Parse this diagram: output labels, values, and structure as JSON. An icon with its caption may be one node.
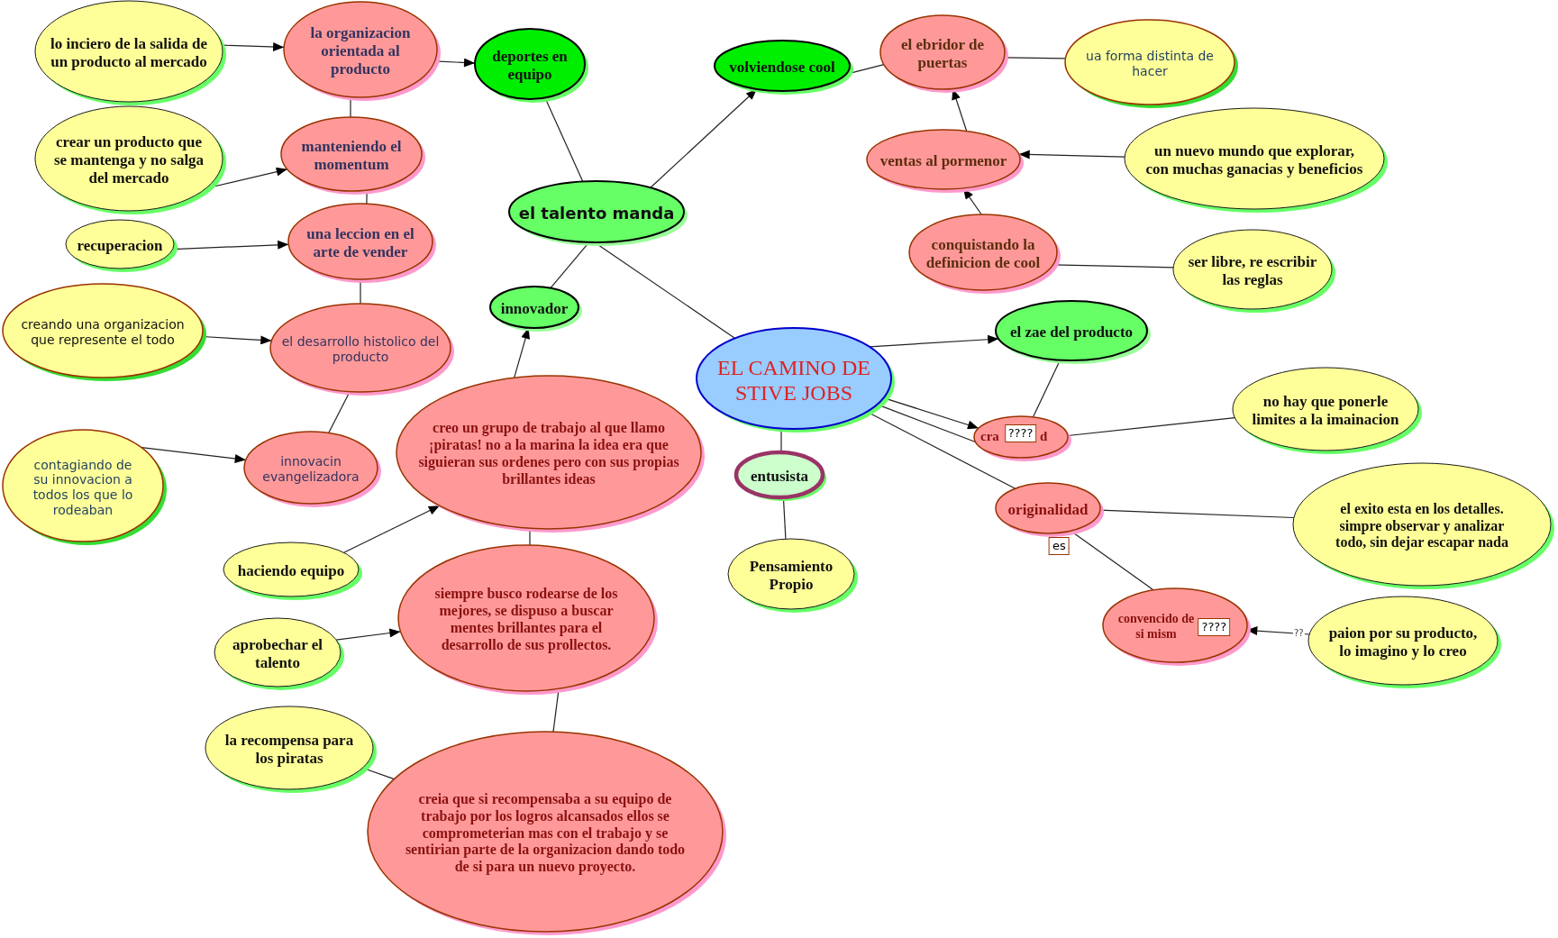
{
  "diagram": {
    "nodes": [
      {
        "text": [
          "lo inciero de la salida de un producto al mercado"
        ]
      },
      {
        "text": [
          "la organizacion orientada al producto"
        ]
      },
      {
        "text": [
          "deportes en equipo"
        ]
      },
      {
        "text": [
          "volviendose cool"
        ]
      },
      {
        "text": [
          "el ebridor de puertas"
        ]
      },
      {
        "text": [
          "ua forma distinta de hacer"
        ]
      },
      {
        "text": [
          "crear un producto que se mantenga y no salga del mercado"
        ]
      },
      {
        "text": [
          "manteniendo el momentum"
        ]
      },
      {
        "text": [
          "ventas al pormenor"
        ]
      },
      {
        "text": [
          "un nuevo mundo que explorar, con muchas ganacias y beneficios"
        ]
      },
      {
        "text": [
          "el talento manda"
        ]
      },
      {
        "text": [
          "recuperacion"
        ]
      },
      {
        "text": [
          "una leccion en el arte de vender"
        ]
      },
      {
        "text": [
          "conquistando la definicion de cool"
        ]
      },
      {
        "text": [
          "ser libre, re escribir las reglas"
        ]
      },
      {
        "text": [
          "innovador"
        ]
      },
      {
        "text": [
          "creando una organizacion que represente el todo"
        ]
      },
      {
        "text": [
          "el zae del producto"
        ]
      },
      {
        "text": [
          "el desarrollo histolico del producto"
        ]
      },
      {
        "text": [
          "EL CAMINO DE STIVE JOBS"
        ]
      },
      {
        "text": [
          "no hay que ponerle limites a la imainacion"
        ]
      },
      {
        "text": [
          "cra",
          "d"
        ]
      },
      {
        "text": [
          "creo un grupo de trabajo al que llamo ¡piratas! no a la marina la idea era que siguieran sus ordenes pero con sus propias brillantes ideas"
        ]
      },
      {
        "text": [
          "innovacin evangelizadora"
        ]
      },
      {
        "text": [
          "contagiando de su innovacion a todos los que lo rodeaban"
        ]
      },
      {
        "text": [
          "entusista"
        ]
      },
      {
        "text": [
          "originalidad"
        ]
      },
      {
        "text": [
          "el exito esta en los detalles. simpre observar y analizar todo, sin dejar escapar nada"
        ]
      },
      {
        "text": [
          "haciendo equipo"
        ]
      },
      {
        "text": [
          "Pensamiento Propio"
        ]
      },
      {
        "text": [
          "siempre busco rodearse de los mejores, se dispuso a buscar mentes brillantes para el desarrollo de sus prollectos."
        ]
      },
      {
        "text": [
          "convencido de si mism"
        ]
      },
      {
        "text": [
          "paion por su producto, lo imagino y lo creo"
        ]
      },
      {
        "text": [
          "aprobechar el talento"
        ]
      },
      {
        "text": [
          "la recompensa para los piratas"
        ]
      },
      {
        "text": [
          "creia que si recompensaba a su equipo de trabajo por los logros alcansados ellos se comprometerian mas con el trabajo y se sentirian parte de la organizacion dando todo de si para un nuevo proyecto."
        ]
      }
    ],
    "edges": [
      {
        "from": 0,
        "to": 1,
        "arrow": "to"
      },
      {
        "from": 1,
        "to": 2,
        "arrow": "to"
      },
      {
        "from": 1,
        "to": 7,
        "arrow": "none"
      },
      {
        "from": 6,
        "to": 7,
        "arrow": "to"
      },
      {
        "from": 7,
        "to": 12,
        "arrow": "none"
      },
      {
        "from": 11,
        "to": 12,
        "arrow": "to"
      },
      {
        "from": 12,
        "to": 18,
        "arrow": "none"
      },
      {
        "from": 16,
        "to": 18,
        "arrow": "to"
      },
      {
        "from": 18,
        "to": 23,
        "arrow": "none"
      },
      {
        "from": 24,
        "to": 23,
        "arrow": "to"
      },
      {
        "from": 2,
        "to": 10,
        "arrow": "none"
      },
      {
        "from": 10,
        "to": 3,
        "arrow": "to"
      },
      {
        "from": 10,
        "to": 15,
        "arrow": "none"
      },
      {
        "from": 10,
        "to": 19,
        "arrow": "none"
      },
      {
        "from": 22,
        "to": 15,
        "arrow": "to"
      },
      {
        "from": 3,
        "to": 4,
        "arrow": "none"
      },
      {
        "from": 8,
        "to": 4,
        "arrow": "to"
      },
      {
        "from": 13,
        "to": 8,
        "arrow": "to"
      },
      {
        "from": 4,
        "to": 5,
        "arrow": "none"
      },
      {
        "from": 9,
        "to": 8,
        "arrow": "to"
      },
      {
        "from": 13,
        "to": 14,
        "arrow": "none"
      },
      {
        "from": 19,
        "to": 17,
        "arrow": "to"
      },
      {
        "from": 19,
        "to": 21,
        "arrow": "to"
      },
      {
        "from": 19,
        "to": 21,
        "arrow": "none"
      },
      {
        "from": 19,
        "to": 26,
        "arrow": "none"
      },
      {
        "from": 17,
        "to": 21,
        "arrow": "none",
        "label": "????"
      },
      {
        "from": 21,
        "to": 20,
        "arrow": "none"
      },
      {
        "from": 19,
        "to": 25,
        "arrow": "none"
      },
      {
        "from": 25,
        "to": 29,
        "arrow": "none"
      },
      {
        "from": 26,
        "to": 27,
        "arrow": "none"
      },
      {
        "from": 26,
        "to": 31,
        "arrow": "none",
        "label": "es"
      },
      {
        "from": 32,
        "to": 31,
        "arrow": "to",
        "label": "????"
      },
      {
        "from": 28,
        "to": 22,
        "arrow": "to"
      },
      {
        "from": 22,
        "to": 30,
        "arrow": "none"
      },
      {
        "from": 33,
        "to": 30,
        "arrow": "to"
      },
      {
        "from": 30,
        "to": 35,
        "arrow": "none"
      },
      {
        "from": 34,
        "to": 35,
        "arrow": "none"
      }
    ],
    "labels": [
      "??"
    ]
  }
}
